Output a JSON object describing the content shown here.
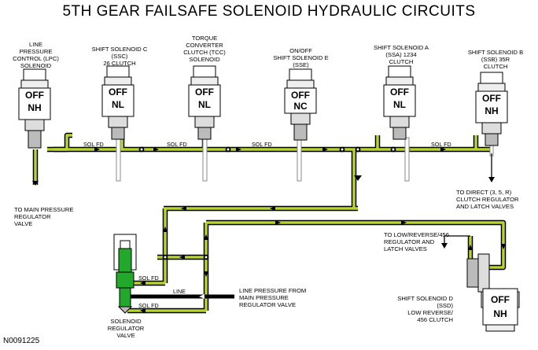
{
  "title": "5TH GEAR FAILSAFE SOLENOID HYDRAULIC CIRCUITS",
  "figure_code": "N0091225",
  "solenoids": [
    {
      "id": "lpc",
      "label": "LINE\nPRESSURE\nCONTROL (LPC)\nSOLENOID",
      "state_top": "OFF",
      "state_bottom": "NH"
    },
    {
      "id": "ssc",
      "label": "SHIFT SOLENOID C\n(SSC)\n26 CLUTCH",
      "state_top": "OFF",
      "state_bottom": "NL"
    },
    {
      "id": "tcc",
      "label": "TORQUE\nCONVERTER\nCLUTCH (TCC)\nSOLENOID",
      "state_top": "OFF",
      "state_bottom": "NL"
    },
    {
      "id": "sse",
      "label": "ON/OFF\nSHIFT SOLENOID E\n(SSE)",
      "state_top": "OFF",
      "state_bottom": "NC"
    },
    {
      "id": "ssa",
      "label": "SHIFT SOLENOID A\n(SSA) 1234\nCLUTCH",
      "state_top": "OFF",
      "state_bottom": "NL"
    },
    {
      "id": "ssb",
      "label": "SHIFT SOLENOID B\n(SSB) 35R\nCLUTCH",
      "state_top": "OFF",
      "state_bottom": "NH"
    },
    {
      "id": "ssd",
      "label": "SHIFT SOLENOID D\n(SSD)\nLOW REVERSE/\n456 CLUTCH",
      "state_top": "OFF",
      "state_bottom": "NH"
    }
  ],
  "pipe_labels": {
    "sol_fd_1": "SOL FD",
    "sol_fd_2": "SOL FD",
    "sol_fd_3": "SOL FD",
    "sol_fd_4": "SOL FD",
    "sol_fd_reg": "SOL FD",
    "line": "LINE",
    "sol_fd_reg2": "SOL FD"
  },
  "annotations": {
    "to_main_pressure": "TO MAIN PRESSURE\nREGULATOR\nVALVE",
    "to_direct": "TO DIRECT (3, 5, R)\nCLUTCH REGULATOR\nAND LATCH VALVES",
    "to_low_reverse": "TO LOW/REVERSE/456\nREGULATOR AND\nLATCH VALVES",
    "line_pressure_from": "LINE PRESSURE FROM\nMAIN PRESSURE\nREGULATOR VALVE",
    "solenoid_regulator": "SOLENOID\nREGULATOR\nVALVE"
  },
  "colors": {
    "fluid": "#b7d432",
    "line": "#000000",
    "regulator": "#22a82a"
  }
}
